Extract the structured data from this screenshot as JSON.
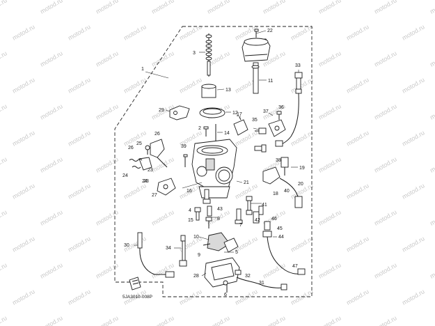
{
  "diagram": {
    "watermark": "motod.ru",
    "drawing_code": "5JA3010-008P",
    "callouts": [
      {
        "id": "c1",
        "text": "1"
      },
      {
        "id": "c2",
        "text": "2"
      },
      {
        "id": "c3",
        "text": "3"
      },
      {
        "id": "c4",
        "text": "4"
      },
      {
        "id": "c5",
        "text": "5"
      },
      {
        "id": "c6",
        "text": "6"
      },
      {
        "id": "c7",
        "text": "7"
      },
      {
        "id": "c8",
        "text": "8"
      },
      {
        "id": "c9",
        "text": "9"
      },
      {
        "id": "c10",
        "text": "10"
      },
      {
        "id": "c11",
        "text": "11"
      },
      {
        "id": "c12",
        "text": "12"
      },
      {
        "id": "c13",
        "text": "13"
      },
      {
        "id": "c14",
        "text": "14"
      },
      {
        "id": "c15",
        "text": "15"
      },
      {
        "id": "c16",
        "text": "16"
      },
      {
        "id": "c17",
        "text": "17"
      },
      {
        "id": "c18",
        "text": "18"
      },
      {
        "id": "c19",
        "text": "19"
      },
      {
        "id": "c20",
        "text": "20"
      },
      {
        "id": "c21",
        "text": "21"
      },
      {
        "id": "c22",
        "text": "22"
      },
      {
        "id": "c23a",
        "text": "23"
      },
      {
        "id": "c23b",
        "text": "23"
      },
      {
        "id": "c24a",
        "text": "24"
      },
      {
        "id": "c24b",
        "text": "24"
      },
      {
        "id": "c25",
        "text": "25"
      },
      {
        "id": "c26a",
        "text": "26"
      },
      {
        "id": "c26b",
        "text": "26"
      },
      {
        "id": "c27",
        "text": "27"
      },
      {
        "id": "c28",
        "text": "28"
      },
      {
        "id": "c29",
        "text": "29"
      },
      {
        "id": "c30",
        "text": "30"
      },
      {
        "id": "c31",
        "text": "31"
      },
      {
        "id": "c32",
        "text": "32"
      },
      {
        "id": "c33",
        "text": "33"
      },
      {
        "id": "c34",
        "text": "34"
      },
      {
        "id": "c35",
        "text": "35"
      },
      {
        "id": "c36",
        "text": "36"
      },
      {
        "id": "c37",
        "text": "37"
      },
      {
        "id": "c38",
        "text": "38"
      },
      {
        "id": "c39",
        "text": "39"
      },
      {
        "id": "c40",
        "text": "40"
      },
      {
        "id": "c41",
        "text": "41"
      },
      {
        "id": "c42",
        "text": "42"
      },
      {
        "id": "c43",
        "text": "43"
      },
      {
        "id": "c44",
        "text": "44"
      },
      {
        "id": "c45",
        "text": "45"
      },
      {
        "id": "c46",
        "text": "46"
      },
      {
        "id": "c47",
        "text": "47"
      }
    ]
  }
}
